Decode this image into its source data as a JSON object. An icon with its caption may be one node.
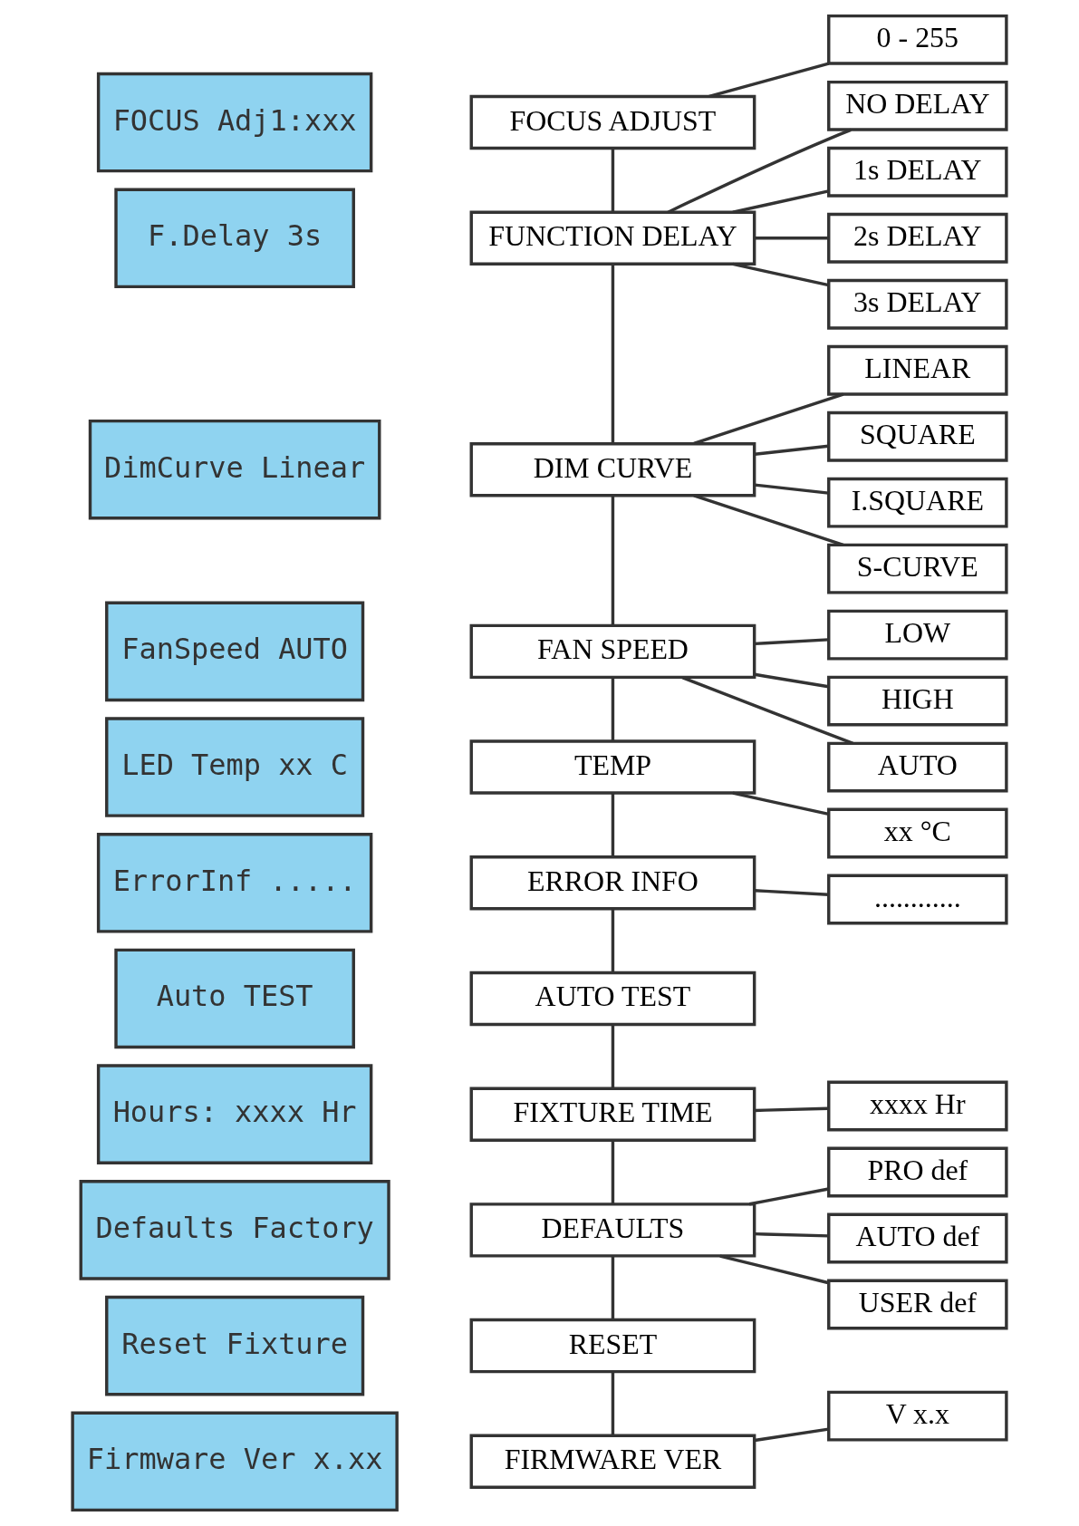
{
  "diagram": {
    "nodes": [
      {
        "text": [
          "FOCUS Adj1:xxx"
        ]
      },
      {
        "text": [
          "FOCUS ADJUST"
        ]
      },
      {
        "text": [
          "0 - 255"
        ]
      },
      {
        "text": [
          "F.Delay 3s"
        ]
      },
      {
        "text": [
          "FUNCTION DELAY"
        ]
      },
      {
        "text": [
          "NO DELAY"
        ]
      },
      {
        "text": [
          "1s DELAY"
        ]
      },
      {
        "text": [
          "2s DELAY"
        ]
      },
      {
        "text": [
          "3s DELAY"
        ]
      },
      {
        "text": [
          "DimCurve Linear"
        ]
      },
      {
        "text": [
          "DIM CURVE"
        ]
      },
      {
        "text": [
          "LINEAR"
        ]
      },
      {
        "text": [
          "SQUARE"
        ]
      },
      {
        "text": [
          "I.SQUARE"
        ]
      },
      {
        "text": [
          "S-CURVE"
        ]
      },
      {
        "text": [
          "FanSpeed AUTO"
        ]
      },
      {
        "text": [
          "FAN SPEED"
        ]
      },
      {
        "text": [
          "LOW"
        ]
      },
      {
        "text": [
          "HIGH"
        ]
      },
      {
        "text": [
          "AUTO"
        ]
      },
      {
        "text": [
          "LED Temp xx C"
        ]
      },
      {
        "text": [
          "TEMP"
        ]
      },
      {
        "text": [
          "xx °C"
        ]
      },
      {
        "text": [
          "ErrorInf ....."
        ]
      },
      {
        "text": [
          "ERROR INFO"
        ]
      },
      {
        "text": [
          "............"
        ]
      },
      {
        "text": [
          "Auto TEST"
        ]
      },
      {
        "text": [
          "AUTO TEST"
        ]
      },
      {
        "text": [
          "Hours: xxxx Hr"
        ]
      },
      {
        "text": [
          "FIXTURE TIME"
        ]
      },
      {
        "text": [
          "xxxx Hr"
        ]
      },
      {
        "text": [
          "Defaults Factory"
        ]
      },
      {
        "text": [
          "DEFAULTS"
        ]
      },
      {
        "text": [
          "PRO def"
        ]
      },
      {
        "text": [
          "AUTO def"
        ]
      },
      {
        "text": [
          "USER def"
        ]
      },
      {
        "text": [
          "Reset Fixture"
        ]
      },
      {
        "text": [
          "RESET"
        ]
      },
      {
        "text": [
          "Firmware Ver x.xx"
        ]
      },
      {
        "text": [
          "FIRMWARE VER"
        ]
      },
      {
        "text": [
          "V x.x"
        ]
      }
    ],
    "edges": [
      {
        "from": 1,
        "to": 4,
        "arrow": "none"
      },
      {
        "from": 4,
        "to": 10,
        "arrow": "none"
      },
      {
        "from": 10,
        "to": 16,
        "arrow": "none"
      },
      {
        "from": 16,
        "to": 21,
        "arrow": "none"
      },
      {
        "from": 21,
        "to": 24,
        "arrow": "none"
      },
      {
        "from": 24,
        "to": 27,
        "arrow": "none"
      },
      {
        "from": 27,
        "to": 29,
        "arrow": "none"
      },
      {
        "from": 29,
        "to": 32,
        "arrow": "none"
      },
      {
        "from": 32,
        "to": 37,
        "arrow": "none"
      },
      {
        "from": 37,
        "to": 39,
        "arrow": "none"
      },
      {
        "from": 1,
        "to": 2,
        "arrow": "none"
      },
      {
        "from": 4,
        "to": 5,
        "arrow": "none"
      },
      {
        "from": 4,
        "to": 6,
        "arrow": "none"
      },
      {
        "from": 4,
        "to": 7,
        "arrow": "none"
      },
      {
        "from": 4,
        "to": 8,
        "arrow": "none"
      },
      {
        "from": 10,
        "to": 11,
        "arrow": "none"
      },
      {
        "from": 10,
        "to": 12,
        "arrow": "none"
      },
      {
        "from": 10,
        "to": 13,
        "arrow": "none"
      },
      {
        "from": 10,
        "to": 14,
        "arrow": "none"
      },
      {
        "from": 16,
        "to": 17,
        "arrow": "none"
      },
      {
        "from": 16,
        "to": 18,
        "arrow": "none"
      },
      {
        "from": 16,
        "to": 19,
        "arrow": "none"
      },
      {
        "from": 21,
        "to": 22,
        "arrow": "none"
      },
      {
        "from": 24,
        "to": 25,
        "arrow": "none"
      },
      {
        "from": 29,
        "to": 30,
        "arrow": "none"
      },
      {
        "from": 32,
        "to": 33,
        "arrow": "none"
      },
      {
        "from": 32,
        "to": 34,
        "arrow": "none"
      },
      {
        "from": 32,
        "to": 35,
        "arrow": "none"
      },
      {
        "from": 39,
        "to": 40,
        "arrow": "none"
      }
    ]
  }
}
